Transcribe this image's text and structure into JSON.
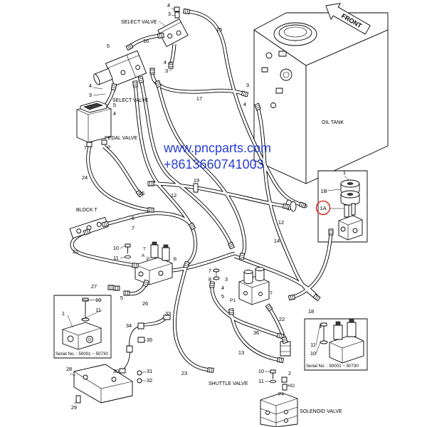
{
  "labels": {
    "select_valve_top": "SELECT VALVE",
    "select_valve_mid": "SELECT VALVE",
    "pedal_valve": "PEDAL VALVE",
    "block_t": "BLOCK T",
    "oil_tank": "OIL TANK",
    "front": "FRONT",
    "shuttle_valve": "SHUTTLE VALVE",
    "solenoid_valve": "SOLENOID VALVE"
  },
  "serial": {
    "left": "Serial No. : 50001 ~ 50730",
    "right": "Serial No. : 50001 ~ 50730"
  },
  "watermark": {
    "site": "www.pncparts.com",
    "phone": "+8613660741003"
  },
  "callouts": [
    "4",
    "3",
    "15",
    "16",
    "5",
    "4",
    "3",
    "4",
    "3",
    "17",
    "3",
    "4",
    "5",
    "4",
    "24",
    "25",
    "19",
    "12",
    "1",
    "1B",
    "1A",
    "9",
    "12",
    "6",
    "7",
    "21",
    "10",
    "11",
    "14",
    "27",
    "5",
    "26",
    "1",
    "10",
    "11",
    "33",
    "34",
    "35",
    "30",
    "31",
    "32",
    "23",
    "28",
    "29",
    "7",
    "8",
    "3",
    "4",
    "5",
    "18",
    "22",
    "36",
    "13",
    "1",
    "11",
    "10",
    "10",
    "11",
    "2"
  ],
  "ports": [
    "T",
    "P",
    "T",
    "A",
    "P",
    "B",
    "P1",
    "T",
    "HO",
    "P4"
  ],
  "colors": {
    "line": "#000000",
    "watermark": "#2a3fd4",
    "highlight": "#d93025",
    "background": "#ffffff"
  }
}
